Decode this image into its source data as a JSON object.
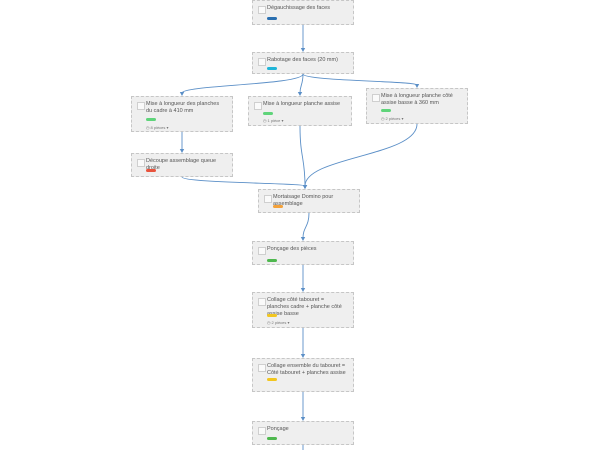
{
  "colors": {
    "edge": "#5b8fc7",
    "node_bg": "#efefef",
    "node_border": "#c6c6c6",
    "tag_blue": "#2a6fb0",
    "tag_cyan": "#20b5d8",
    "tag_green": "#5fd47a",
    "tag_red": "#e8533d",
    "tag_orange": "#f3a13a",
    "tag_dark_green": "#4fb84f",
    "tag_yellow": "#f2c61f"
  },
  "nodes": [
    {
      "id": "n1",
      "title": "Dégauchissage des faces",
      "tag": "tag_blue",
      "sub": ""
    },
    {
      "id": "n2",
      "title": "Rabotage des faces (20 mm)",
      "tag": "tag_cyan",
      "sub": ""
    },
    {
      "id": "n3",
      "title": "Mise à longueur des planches du cadre à 410 mm",
      "tag": "tag_green",
      "sub": "8 pièces"
    },
    {
      "id": "n4",
      "title": "Mise à longueur planche assise",
      "tag": "tag_green",
      "sub": "1 pièce"
    },
    {
      "id": "n5",
      "title": "Mise à longueur planche côté assise basse à 360 mm",
      "tag": "tag_green",
      "sub": "2 pièces"
    },
    {
      "id": "n6",
      "title": "Découpe assemblage queue droite",
      "tag": "tag_red",
      "sub": ""
    },
    {
      "id": "n7",
      "title": "Mortaisage Domino pour assemblage",
      "tag": "tag_orange",
      "sub": ""
    },
    {
      "id": "n8",
      "title": "Ponçage des pièces",
      "tag": "tag_dark_green",
      "sub": ""
    },
    {
      "id": "n9",
      "title": "Collage côté tabouret = planches cadre + planche côté assise basse",
      "tag": "tag_yellow",
      "sub": "2 pièces"
    },
    {
      "id": "n10",
      "title": "Collage ensemble du tabouret = Côté tabouret + planches assise",
      "tag": "tag_yellow",
      "sub": ""
    },
    {
      "id": "n11",
      "title": "Ponçage",
      "tag": "tag_dark_green",
      "sub": ""
    }
  ],
  "edges": [
    [
      "n1",
      "n2"
    ],
    [
      "n2",
      "n3"
    ],
    [
      "n2",
      "n4"
    ],
    [
      "n2",
      "n5"
    ],
    [
      "n3",
      "n6"
    ],
    [
      "n6",
      "n7"
    ],
    [
      "n4",
      "n7"
    ],
    [
      "n5",
      "n7"
    ],
    [
      "n7",
      "n8"
    ],
    [
      "n8",
      "n9"
    ],
    [
      "n9",
      "n10"
    ],
    [
      "n10",
      "n11"
    ]
  ]
}
